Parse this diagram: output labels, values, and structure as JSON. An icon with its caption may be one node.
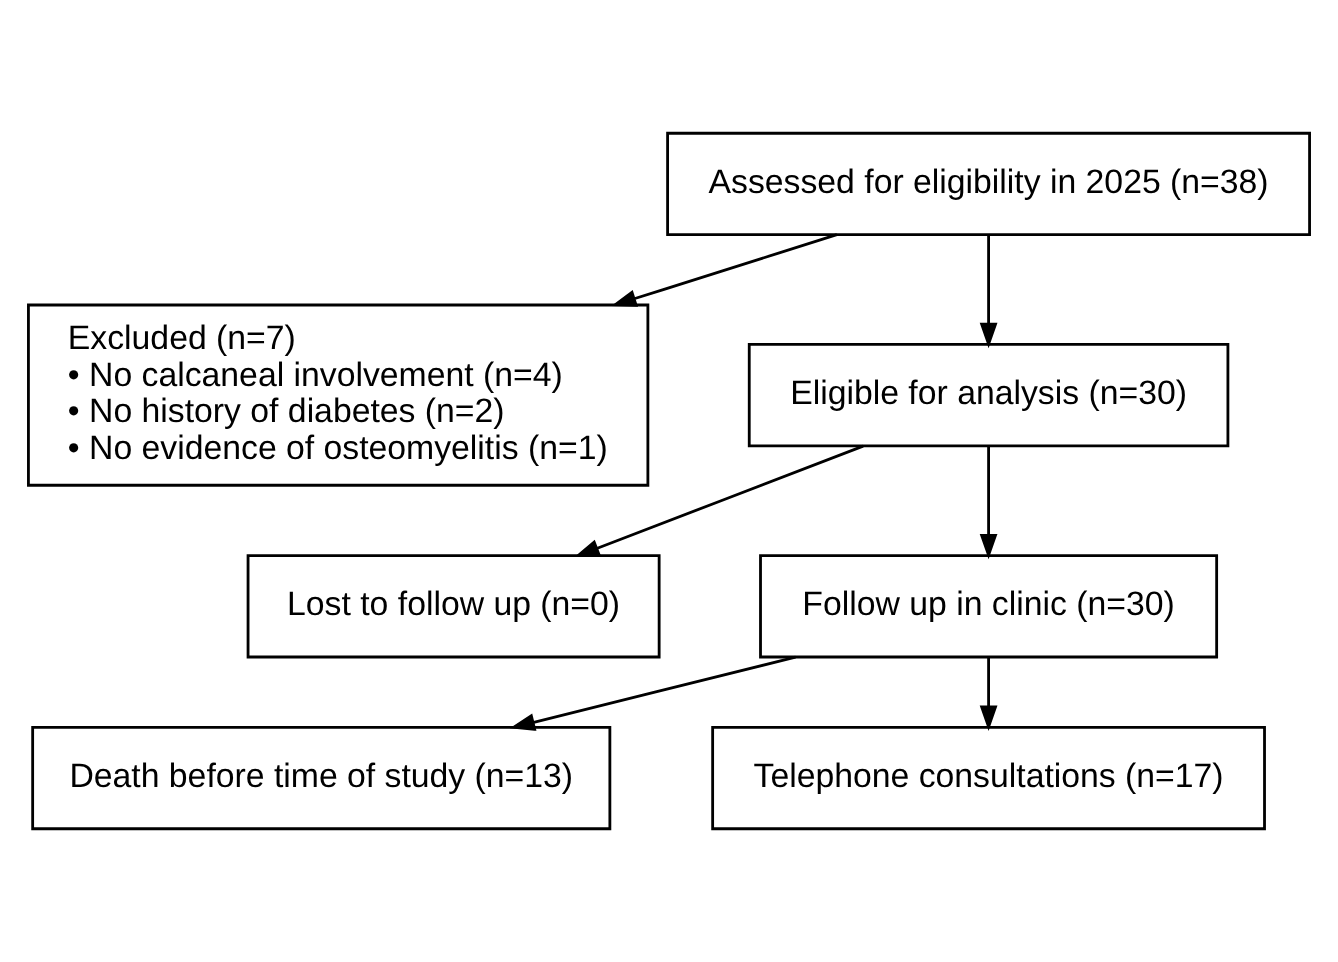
{
  "diagram": {
    "nodes": [
      {
        "text": [
          "Assessed for eligibility in 2025 (n=38)"
        ]
      },
      {
        "text": [
          "Excluded (n=7)",
          "• No calcaneal involvement (n=4)",
          "• No history of diabetes (n=2)",
          "• No evidence of osteomyelitis (n=1)"
        ]
      },
      {
        "text": [
          "Eligible for analysis (n=30)"
        ]
      },
      {
        "text": [
          "Lost to follow up (n=0)"
        ]
      },
      {
        "text": [
          "Follow up in clinic (n=30)"
        ]
      },
      {
        "text": [
          "Death before time of study (n=13)"
        ]
      },
      {
        "text": [
          "Telephone consultations (n=17)"
        ]
      }
    ],
    "edges": [
      {
        "from": 0,
        "to": 1,
        "arrow": "to"
      },
      {
        "from": 0,
        "to": 2,
        "arrow": "to"
      },
      {
        "from": 2,
        "to": 3,
        "arrow": "to"
      },
      {
        "from": 2,
        "to": 4,
        "arrow": "to"
      },
      {
        "from": 4,
        "to": 5,
        "arrow": "to"
      },
      {
        "from": 4,
        "to": 6,
        "arrow": "to"
      }
    ]
  }
}
